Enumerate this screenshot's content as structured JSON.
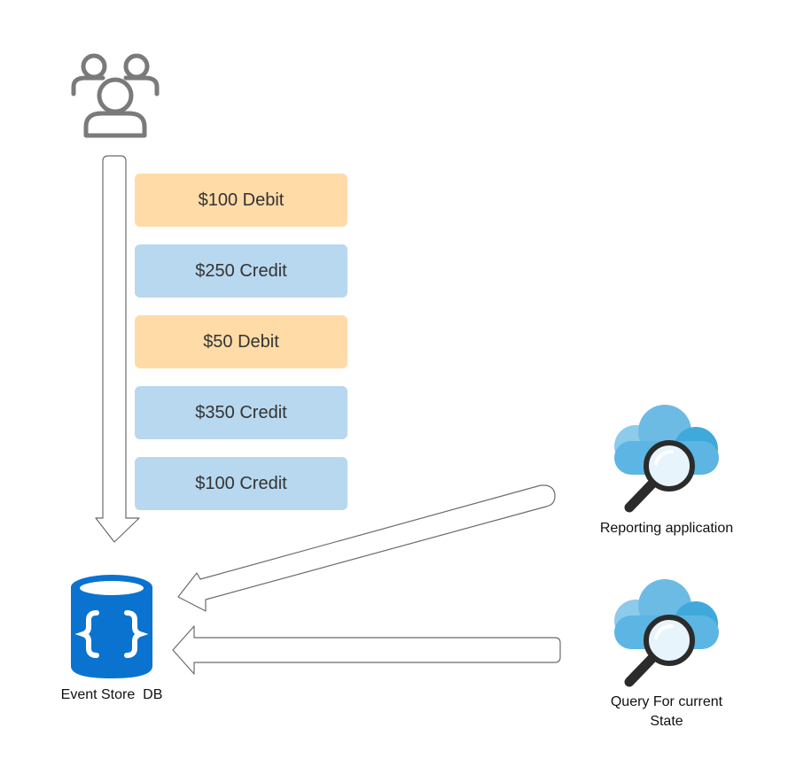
{
  "diagram": {
    "colors": {
      "debit": "#fedba7",
      "credit": "#b7d8ee",
      "arrow_stroke": "#6b6b6b",
      "users_icon": "#7a7a7a",
      "db_icon": "#0a73cf",
      "cloud_light": "#8ccbea",
      "cloud_dark": "#3fa9dc",
      "magnifier_handle": "#2b2b2b"
    },
    "events": [
      {
        "label": "$100 Debit",
        "type": "debit"
      },
      {
        "label": "$250 Credit",
        "type": "credit"
      },
      {
        "label": "$50 Debit",
        "type": "debit"
      },
      {
        "label": "$350 Credit",
        "type": "credit"
      },
      {
        "label": "$100 Credit",
        "type": "credit"
      }
    ],
    "event_store": {
      "label": "Event Store  DB",
      "icon": "database-braces-icon"
    },
    "reporting_app": {
      "label": "Reporting application",
      "icon": "cloud-search-icon"
    },
    "query_state": {
      "label": "Query For current State",
      "icon": "cloud-search-icon"
    },
    "users": {
      "icon": "users-group-icon"
    }
  }
}
